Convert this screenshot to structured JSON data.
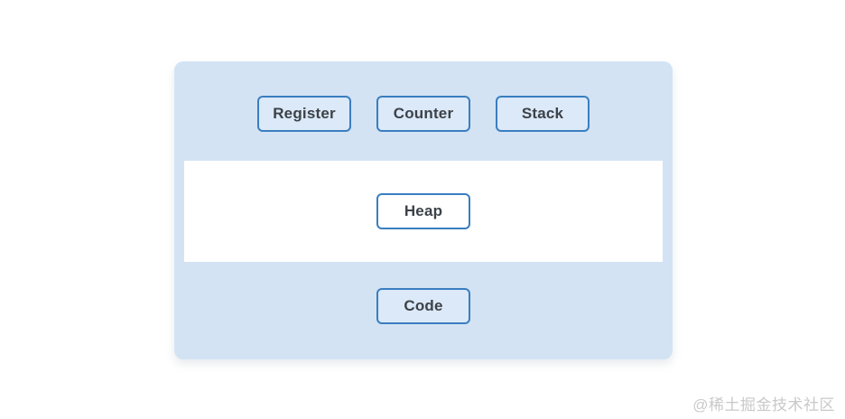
{
  "diagram": {
    "top_boxes": [
      {
        "label": "Register"
      },
      {
        "label": "Counter"
      },
      {
        "label": "Stack"
      }
    ],
    "middle_box": {
      "label": "Heap"
    },
    "bottom_box": {
      "label": "Code"
    }
  },
  "watermark": "@稀土掘金技术社区",
  "colors": {
    "container_bg": "#d3e3f4",
    "box_bg": "#dbe9f8",
    "box_border": "#3a7ec0",
    "heap_bg": "#ffffff",
    "heap_region_bg": "#ffffff",
    "text": "#3d4248",
    "watermark": "#c9c9c9"
  }
}
